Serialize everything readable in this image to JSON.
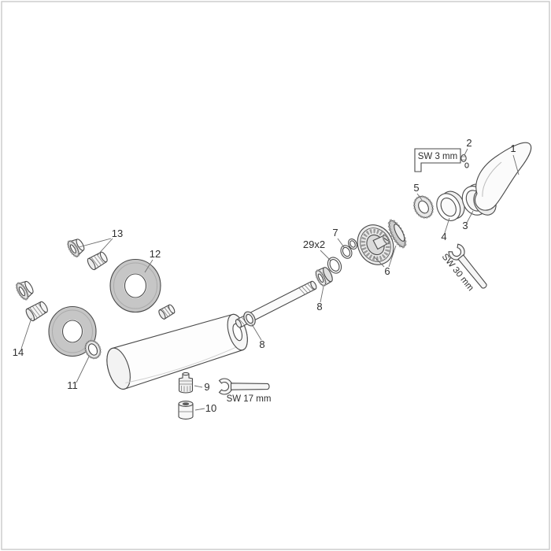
{
  "window": {
    "background": "#ffffff",
    "frame_border_color": "#c9c9c9"
  },
  "diagram": {
    "kind": "exploded-parts-diagram",
    "subject": "single-lever mixer tap spare parts",
    "part_labels": {
      "p1": "1",
      "p2": "2",
      "p3": "3",
      "p4": "4",
      "p5": "5",
      "p6": "6",
      "p7": "7",
      "p8_top": "8",
      "p8_bottom": "8",
      "p9": "9",
      "p10": "10",
      "p11": "11",
      "p12": "12",
      "p13": "13",
      "p14": "14"
    },
    "annotations": {
      "allen_key": "SW 3 mm",
      "wrench_large": "SW 30 mm",
      "wrench_small": "SW 17 mm",
      "oring_dimension": "29x2"
    },
    "colors": {
      "outline": "#4a4a4a",
      "label_text": "#2f2f2f",
      "shade_light": "#ececec",
      "shade_mid": "#cdcdcd",
      "escutcheon_gray": "#c6c6c6"
    }
  }
}
